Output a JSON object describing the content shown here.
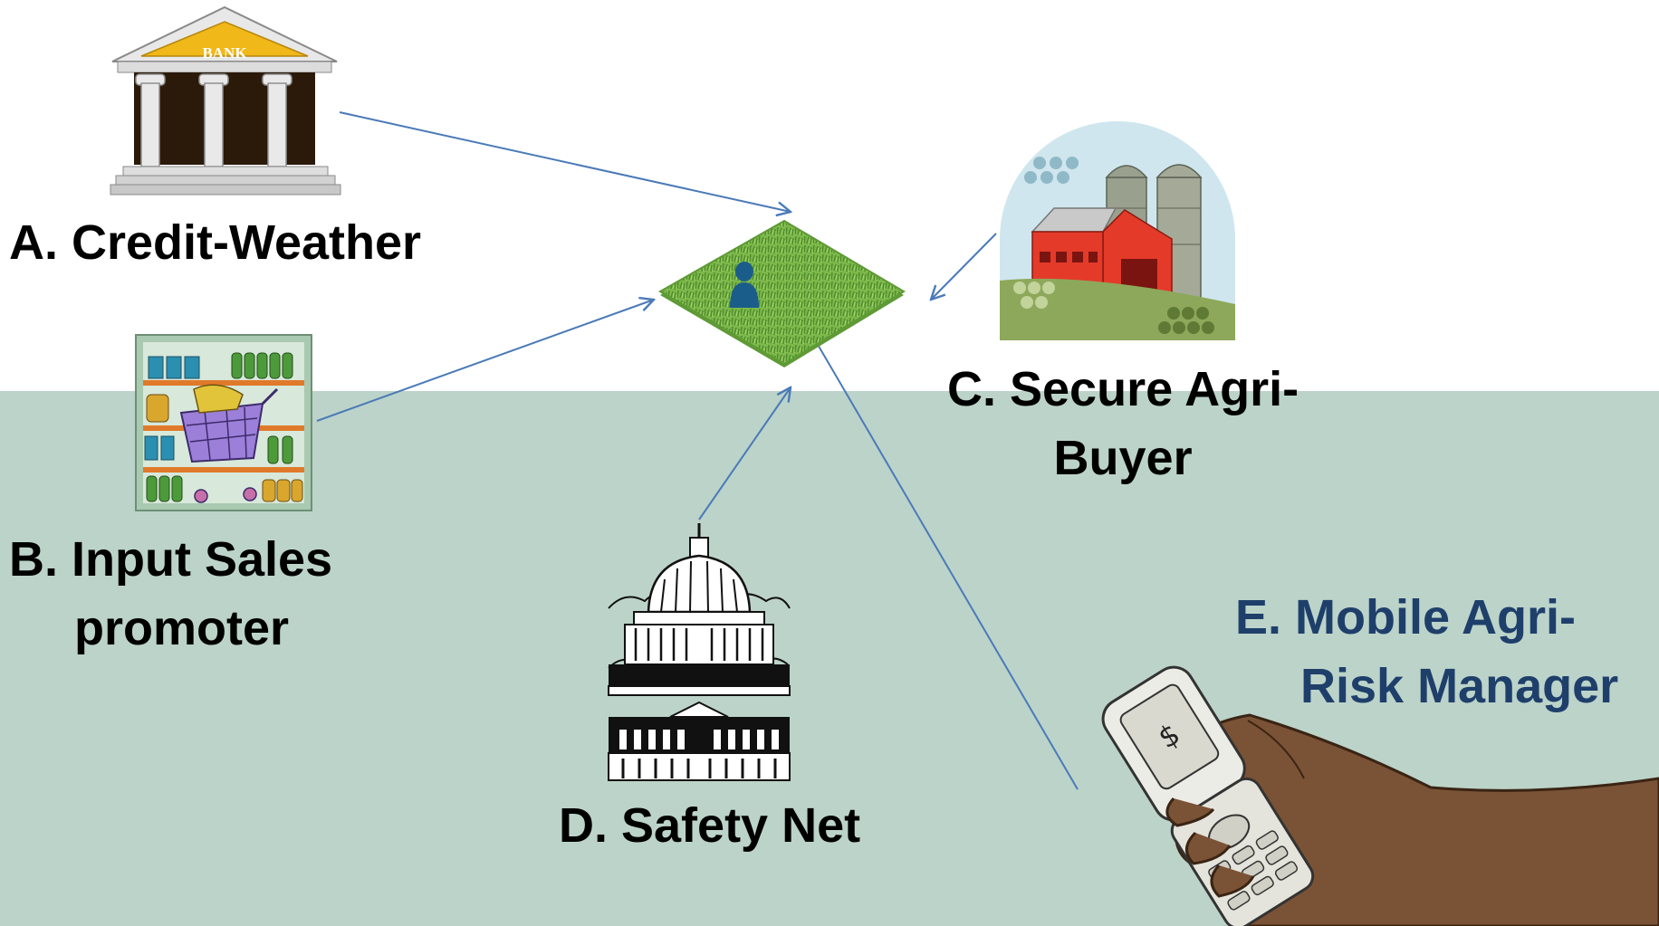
{
  "colors": {
    "top_background": "#ffffff",
    "bottom_band": "#bcd3c9",
    "arrow": "#4a7ab8",
    "label_text": "#000000",
    "mobile_label_text": "#1f3f6b"
  },
  "diagram": {
    "center": {
      "icon": "farm-plot-with-farmer-icon"
    },
    "nodes": [
      {
        "id": "A",
        "icon": "bank-icon",
        "sign_text": "BANK",
        "label_lines": [
          "A. Credit-Weather"
        ]
      },
      {
        "id": "B",
        "icon": "grocery-store-icon",
        "label_lines": [
          "B. Input Sales",
          "promoter"
        ]
      },
      {
        "id": "C",
        "icon": "farm-barn-icon",
        "label_lines": [
          "C. Secure Agri-",
          "Buyer"
        ]
      },
      {
        "id": "D",
        "icon": "capitol-building-icon",
        "label_lines": [
          "D. Safety Net"
        ]
      },
      {
        "id": "E",
        "icon": "mobile-phone-in-hand-icon",
        "phone_symbol": "$",
        "label_lines": [
          "E. Mobile Agri-",
          "Risk Manager"
        ]
      }
    ]
  }
}
